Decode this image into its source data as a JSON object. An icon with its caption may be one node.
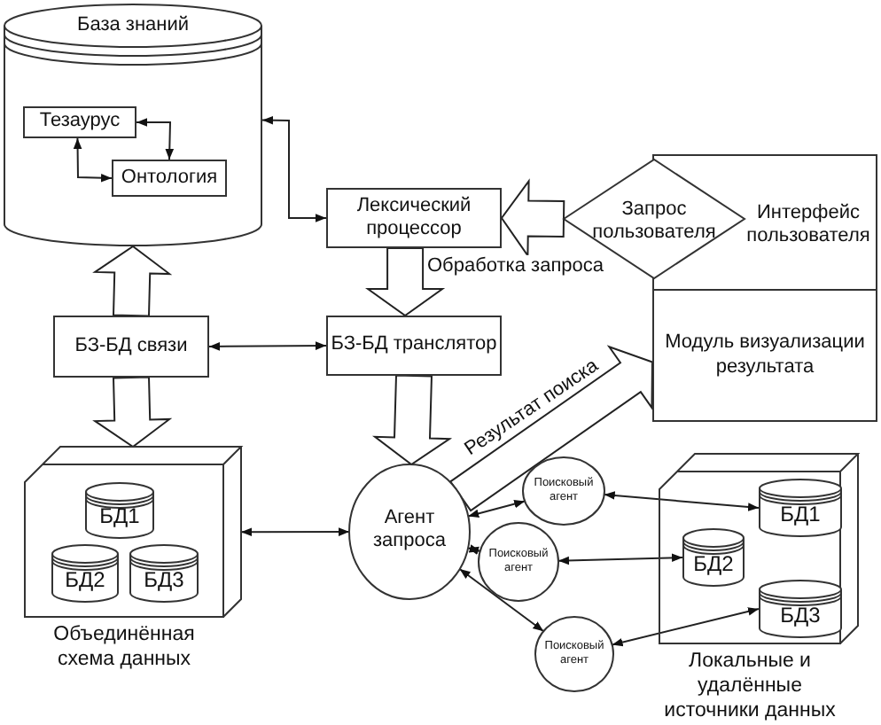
{
  "diagram": {
    "nodes": [
      {
        "text": [
          "База знаний"
        ]
      },
      {
        "text": [
          "Тезаурус"
        ],
        "in": 0
      },
      {
        "text": [
          "Онтология"
        ],
        "in": 0
      },
      {
        "text": [
          "Лексический процессор"
        ]
      },
      {
        "text": [
          "Интерфейс пользователя"
        ]
      },
      {
        "text": [
          "Запрос пользователя"
        ]
      },
      {
        "text": [
          "Модуль визуализации результата"
        ]
      },
      {
        "text": [
          "БЗ-БД связи"
        ]
      },
      {
        "text": [
          "БЗ-БД транслятор"
        ]
      },
      {
        "text": [
          "Объединённая схема данных"
        ]
      },
      {
        "text": [
          "БД1"
        ],
        "in": 9
      },
      {
        "text": [
          "БД2"
        ],
        "in": 9
      },
      {
        "text": [
          "БД3"
        ],
        "in": 9
      },
      {
        "text": [
          "Агент запроса"
        ]
      },
      {
        "text": [
          "Поисковый агент"
        ]
      },
      {
        "text": [
          "Поисковый агент"
        ]
      },
      {
        "text": [
          "Поисковый агент"
        ]
      },
      {
        "text": [
          "Локальные и удалённые источники данных"
        ]
      },
      {
        "text": [
          "БД1"
        ],
        "in": 17
      },
      {
        "text": [
          "БД2"
        ],
        "in": 17
      },
      {
        "text": [
          "БД3"
        ],
        "in": 17
      }
    ],
    "edges": [
      {
        "from": 1,
        "to": 2,
        "arrow": "both"
      },
      {
        "from": 1,
        "to": 2,
        "arrow": "both"
      },
      {
        "from": 0,
        "to": 3,
        "arrow": "both"
      },
      {
        "from": 5,
        "to": 3,
        "arrow": "to",
        "style": "thick"
      },
      {
        "from": 3,
        "to": 8,
        "arrow": "to",
        "style": "thick",
        "label": "Обработка запроса"
      },
      {
        "from": 7,
        "to": 0,
        "arrow": "to",
        "style": "thick"
      },
      {
        "from": 7,
        "to": 9,
        "arrow": "to",
        "style": "thick"
      },
      {
        "from": 7,
        "to": 8,
        "arrow": "both"
      },
      {
        "from": 8,
        "to": 13,
        "arrow": "to",
        "style": "thick"
      },
      {
        "from": 13,
        "to": 6,
        "arrow": "to",
        "style": "thick",
        "label": "Результат поиска"
      },
      {
        "from": 9,
        "to": 13,
        "arrow": "both"
      },
      {
        "from": 13,
        "to": 14,
        "arrow": "both"
      },
      {
        "from": 13,
        "to": 15,
        "arrow": "both"
      },
      {
        "from": 13,
        "to": 16,
        "arrow": "both"
      },
      {
        "from": 14,
        "to": 18,
        "arrow": "both"
      },
      {
        "from": 15,
        "to": 19,
        "arrow": "both"
      },
      {
        "from": 16,
        "to": 20,
        "arrow": "both"
      }
    ]
  }
}
